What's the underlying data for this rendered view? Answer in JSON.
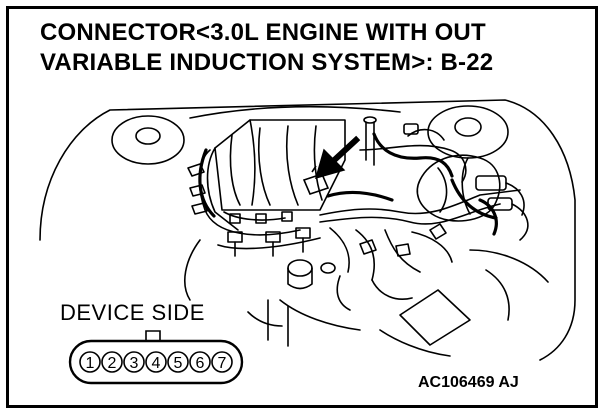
{
  "title": {
    "line1": "CONNECTOR<3.0L ENGINE WITH OUT",
    "line2": "VARIABLE INDUCTION SYSTEM>: B-22"
  },
  "connector": {
    "label": "DEVICE SIDE",
    "pins": [
      "1",
      "2",
      "3",
      "4",
      "5",
      "6",
      "7"
    ]
  },
  "figure_code": "AC106469 AJ",
  "colors": {
    "line": "#000000",
    "background": "#ffffff"
  }
}
